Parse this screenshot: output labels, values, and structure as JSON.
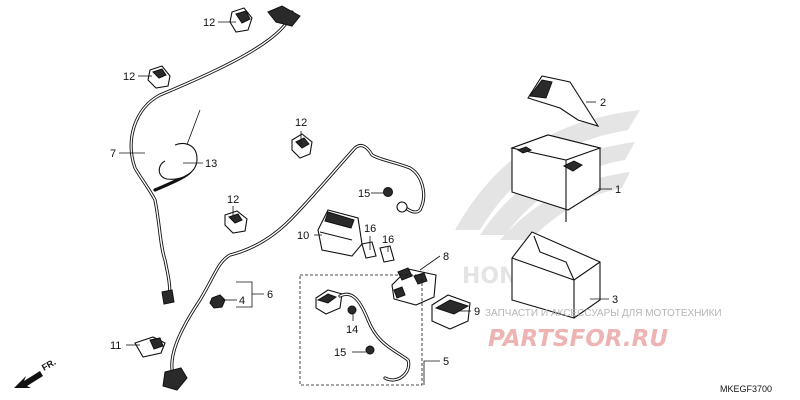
{
  "callouts": {
    "c1": "1",
    "c2": "2",
    "c3": "3",
    "c4": "4",
    "c5": "5",
    "c6": "6",
    "c7": "7",
    "c8": "8",
    "c9": "9",
    "c10": "10",
    "c11": "11",
    "c12a": "12",
    "c12b": "12",
    "c12c": "12",
    "c12d": "12",
    "c13": "13",
    "c14": "14",
    "c15a": "15",
    "c15b": "15",
    "c16a": "16",
    "c16b": "16"
  },
  "diagram_code": "MKEGF3700",
  "direction_marker": "FR.",
  "watermark": {
    "tagline": "ЗАПЧАСТИ И АКСЕССУАРЫ ДЛЯ МОТОТЕХНИКИ",
    "logo": "PARTSFOR.RU",
    "brand_word": "HONDA"
  },
  "colors": {
    "line": "#111111",
    "watermark_red": "#e08b8b",
    "watermark_gray": "#b5b5b5"
  }
}
